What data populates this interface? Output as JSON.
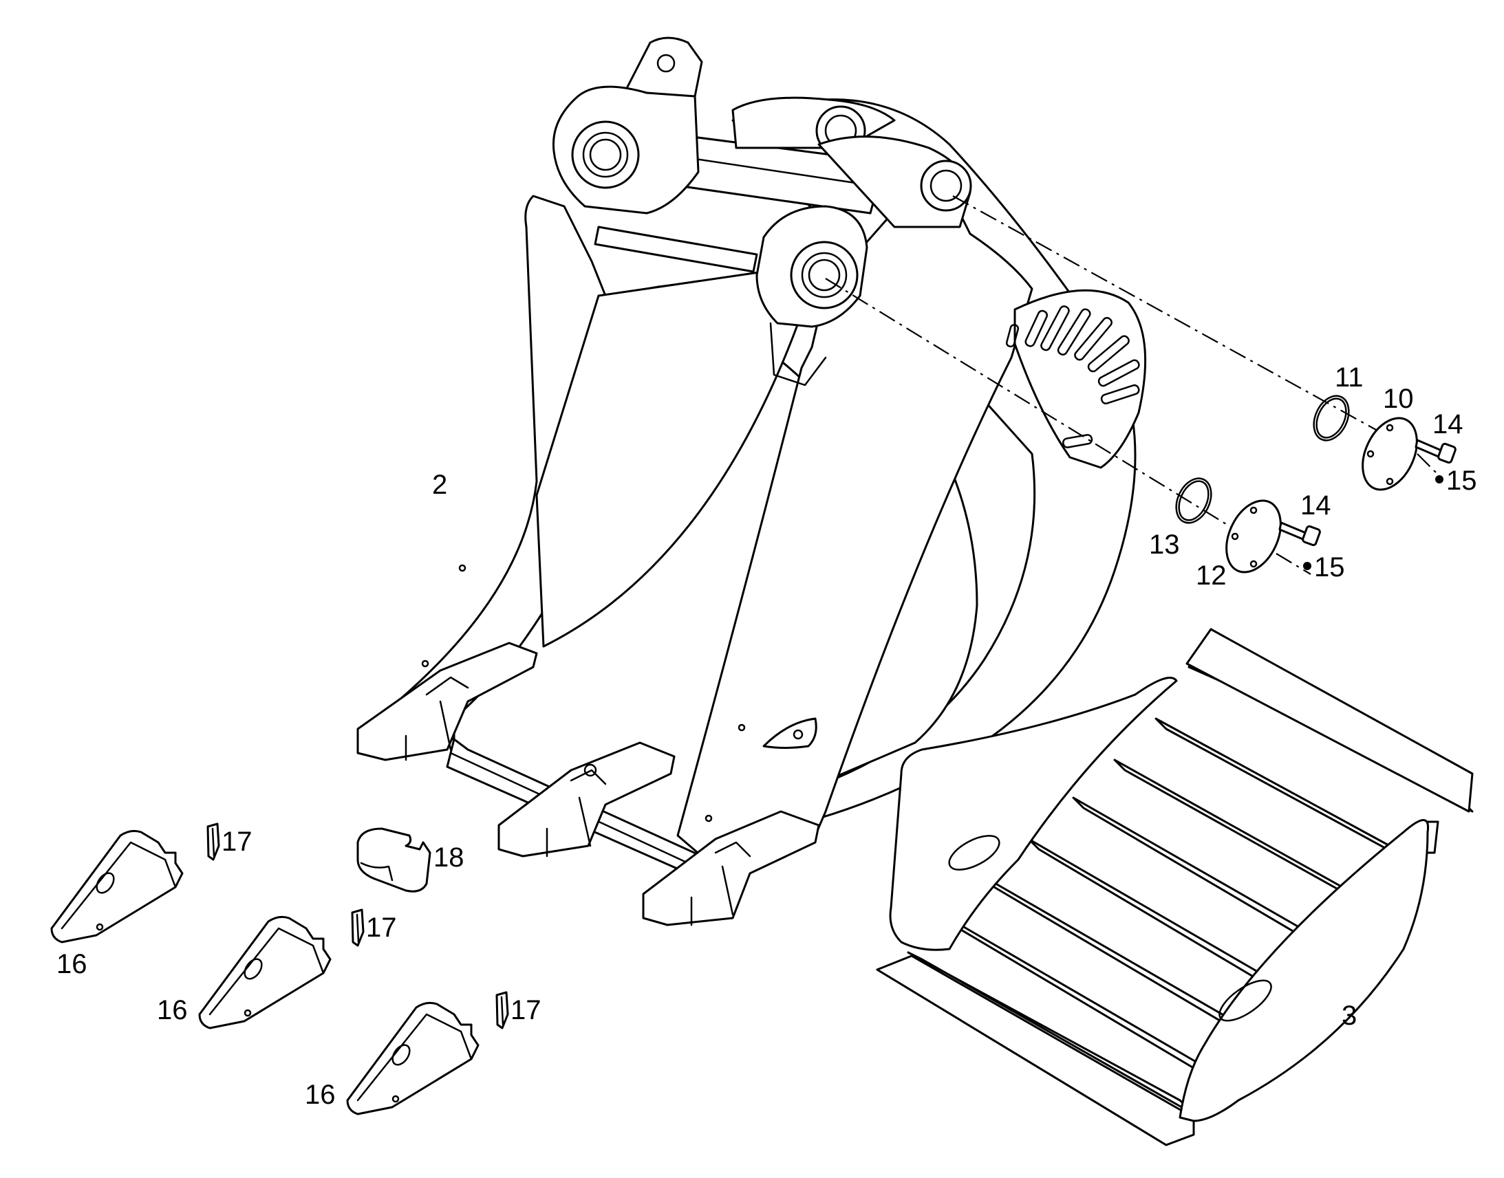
{
  "diagram": {
    "background": "#ffffff",
    "line_color": "#000000",
    "callouts": {
      "c2": "2",
      "c3": "3",
      "c10": "10",
      "c11": "11",
      "c12": "12",
      "c13": "13",
      "c14a": "14",
      "c14b": "14",
      "c15a": "15",
      "c15b": "15",
      "c16a": "16",
      "c16b": "16",
      "c16c": "16",
      "c17a": "17",
      "c17b": "17",
      "c17c": "17",
      "c18": "18"
    }
  }
}
